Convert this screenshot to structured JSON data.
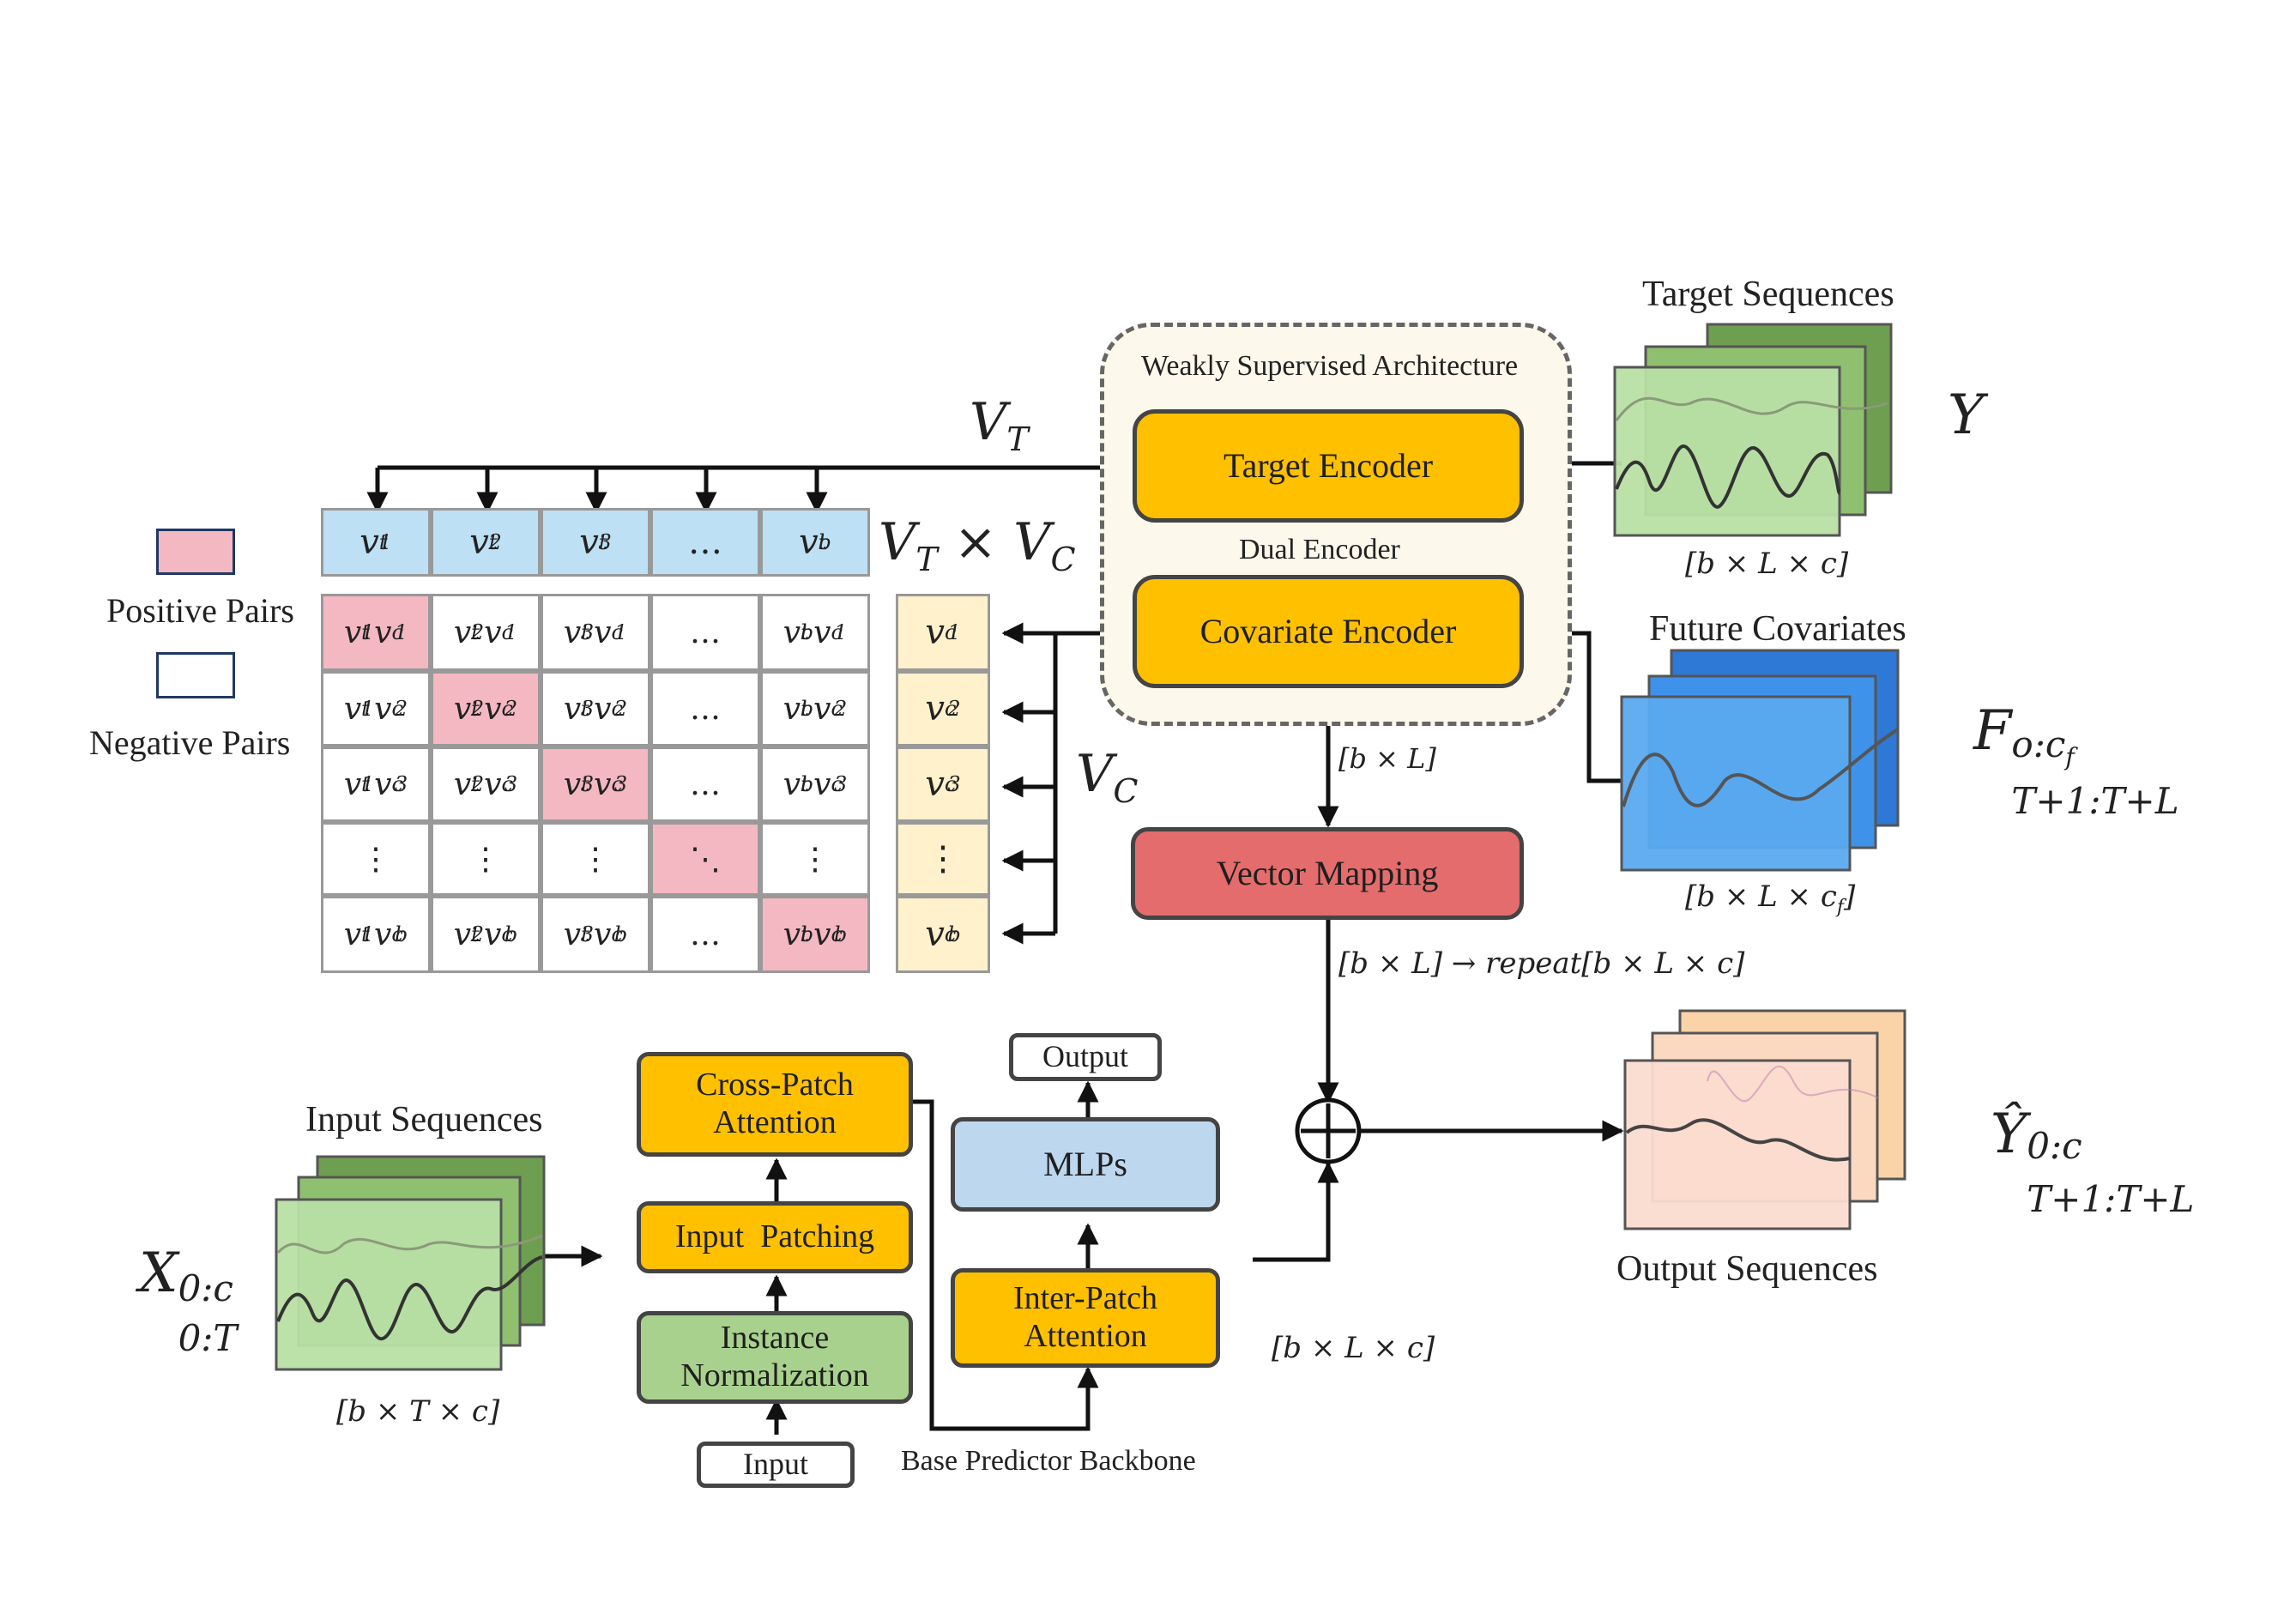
{
  "architecture": {
    "weak_title": "Weakly Supervised Architecture",
    "target_encoder": "Target Encoder",
    "dual_encoder": "Dual Encoder",
    "covariate_encoder": "Covariate Encoder",
    "vector_mapping": "Vector Mapping",
    "shape_bL": "[b × L]",
    "shape_repeat": "[b × L] → repeat[b × L × c]",
    "VT": "V",
    "VT_sub": "T",
    "VC": "V",
    "VC_sub": "C",
    "VTxVC_a": "V",
    "VTxVC_a_sub": "T",
    "VTxVC_mid": " × ",
    "VTxVC_b": "V",
    "VTxVC_b_sub": "C"
  },
  "legend": {
    "positive": "Positive Pairs",
    "negative": "Negative Pairs",
    "positive_color": "#F4B8C2",
    "negative_color": "#FFFFFF"
  },
  "target": {
    "title": "Target Sequences",
    "symbol": "Y",
    "shape": "[b × L × c]"
  },
  "future": {
    "title": "Future Covariates",
    "symbol": "F",
    "sup": "o:c",
    "sup_sub": "f",
    "sub": "T+1:T+L",
    "shape_main": "[b × L × c",
    "shape_sub": "f",
    "shape_end": "]"
  },
  "input": {
    "title": "Input Sequences",
    "symbol": "X",
    "sup": "0:c",
    "sub": "0:T",
    "shape": "[b × T × c]"
  },
  "output": {
    "title": "Output Sequences",
    "symbol": "Ŷ",
    "sup": "0:c",
    "sub": "T+1:T+L",
    "shape": "[b × L × c]"
  },
  "backbone": {
    "title": "Base Predictor Backbone",
    "cross_patch": "Cross-Patch Attention",
    "input_patching": "Input  Patching",
    "instance_norm": "Instance Normalization",
    "input": "Input",
    "output": "Output",
    "mlps": "MLPs",
    "inter_patch": "Inter-Patch Attention"
  },
  "matrix": {
    "header": [
      "1",
      "2",
      "3",
      "…",
      "b"
    ],
    "rows": [
      "1",
      "2",
      "3",
      "⋮",
      "b"
    ],
    "vc_col": [
      "1",
      "2",
      "3",
      "⋮",
      "b"
    ]
  },
  "colors": {
    "orange": "#FFC000",
    "red": "#E46C6C",
    "green": "#A9D18E",
    "blue": "#BDD7EE",
    "target_stack": "#70A050",
    "future_stack": "#2E86DE",
    "output_stack": "#FAD7B8"
  },
  "icons": [
    "plus-circle-icon",
    "sequence-stack-icon"
  ]
}
